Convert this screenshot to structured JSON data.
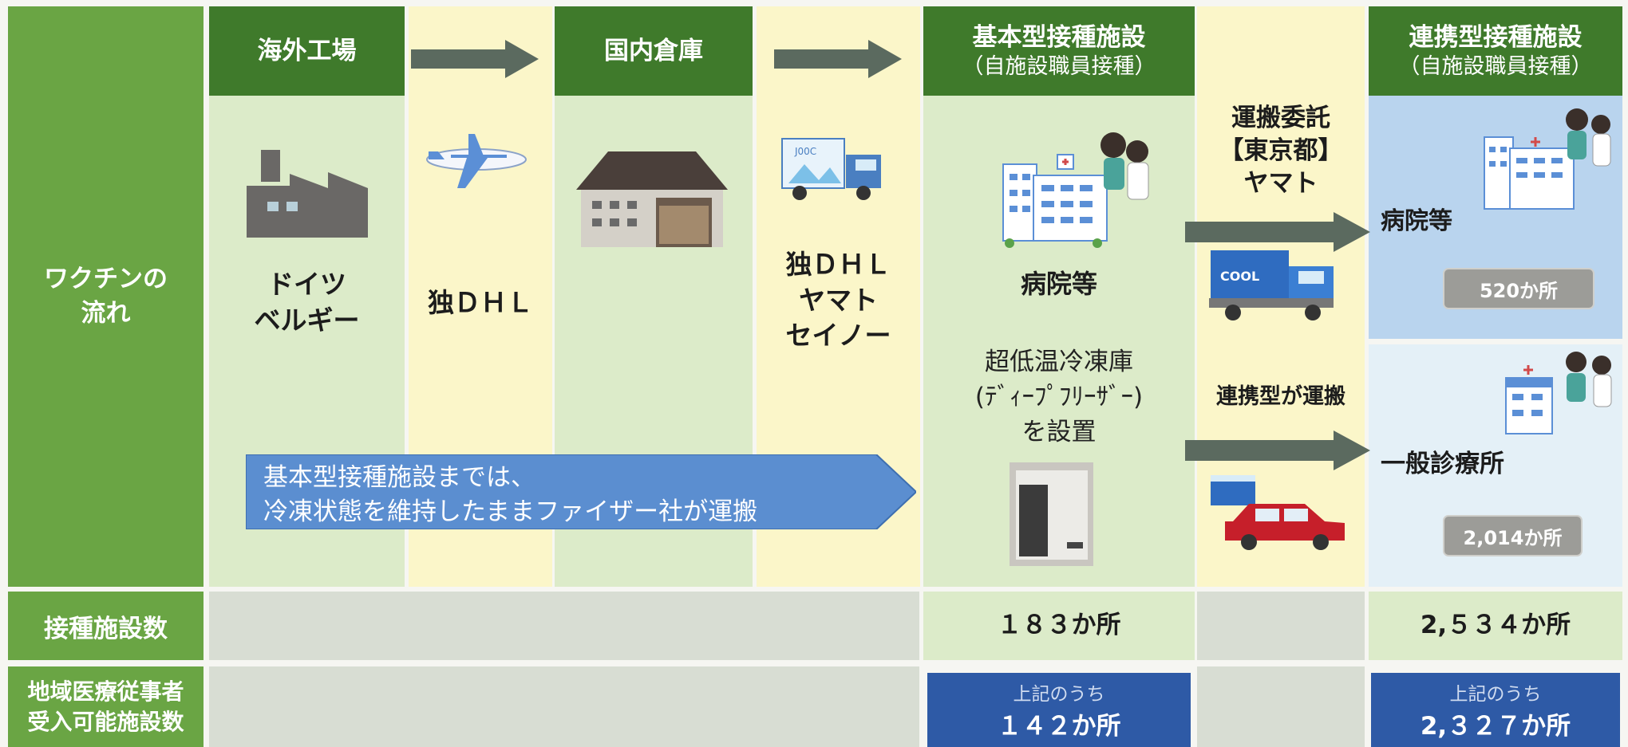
{
  "row_header": {
    "flow": "ワクチンの\n流れ",
    "facility_count": "接種施設数",
    "regional": "地域医療従事者\n受入可能施設数"
  },
  "headers": {
    "factory": "海外工場",
    "warehouse": "国内倉庫",
    "basic": "基本型接種施設",
    "basic_sub": "（自施設職員接種）",
    "linked": "連携型接種施設",
    "linked_sub": "（自施設職員接種）"
  },
  "cells": {
    "factory_place": "ドイツ\nベルギー",
    "carrier1": "独ＤＨＬ",
    "carrier2": "独ＤＨＬ\nヤマト\nセイノー",
    "basic_hospital": "病院等",
    "freezer": "超低温冷凍庫\n(ﾃﾞｨｰﾌﾟﾌﾘｰｻﾞｰ)\nを設置",
    "consign": "運搬委託\n【東京都】\nヤマト",
    "linked_carry": "連携型が運搬",
    "linked_hospital": "病院等",
    "linked_hospital_count": "520か所",
    "clinic": "一般診療所",
    "clinic_count": "2,014か所",
    "pfizer_note": "基本型接種施設までは、\n冷凍状態を維持したままファイザー社が運搬"
  },
  "icons": {
    "factory": "factory-icon",
    "airplane": "airplane-icon",
    "warehouse": "warehouse-icon",
    "cool_truck": "cool-truck-icon",
    "hospital": "hospital-icon",
    "freezer": "freezer-icon",
    "car": "car-icon",
    "clinic": "clinic-icon"
  },
  "counts": {
    "basic": "１８３か所",
    "linked": "2,５３４か所"
  },
  "regional": {
    "basic_label": "上記のうち",
    "basic_value": "１４２か所",
    "linked_label": "上記のうち",
    "linked_value": "2,３２７か所"
  },
  "colors": {
    "header_dark_green": "#3f7a2b",
    "side_green": "#6aa544",
    "light_green": "#dcebc9",
    "light_yellow": "#fbf6c9",
    "arrow_gray": "#5b6a5f",
    "note_blue": "#5b8ed0",
    "value_blue": "#2e5aa6",
    "linked_blue": "#b9d4ee"
  }
}
